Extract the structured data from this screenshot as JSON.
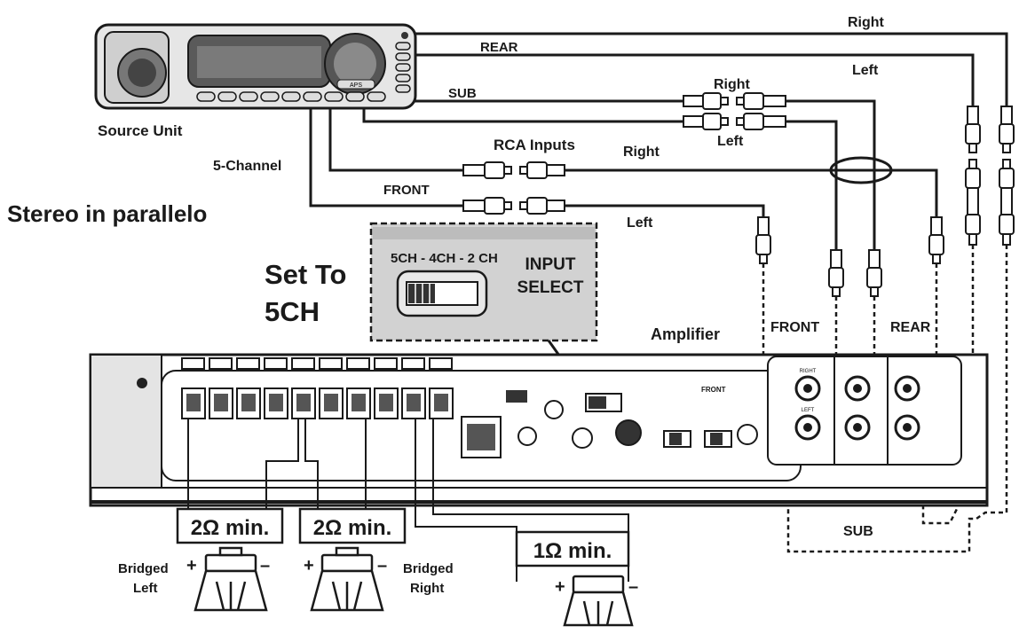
{
  "labels": {
    "right_top": "Right",
    "rear": "REAR",
    "left_top": "Left",
    "sub": "SUB",
    "right_rca": "Right",
    "left_rca": "Left",
    "source_unit": "Source Unit",
    "rca_inputs": "RCA Inputs",
    "right_mid": "Right",
    "five_channel": "5-Channel",
    "front": "FRONT",
    "stereo_parallel": "Stereo in parallelo",
    "left_mid": "Left",
    "set_to_line1": "Set To",
    "set_to_line2": "5CH",
    "channel_modes": "5CH - 4CH - 2 CH",
    "input_select_1": "INPUT",
    "input_select_2": "SELECT",
    "amplifier": "Amplifier",
    "front_input": "FRONT",
    "rear_input": "REAR",
    "sub_input": "SUB",
    "right_jack": "RIGHT",
    "left_jack": "LEFT",
    "imp_left": "2Ω min.",
    "imp_right": "2Ω min.",
    "imp_sub": "1Ω min.",
    "bridged_left_1": "Bridged",
    "bridged_left_2": "Left",
    "bridged_right_1": "Bridged",
    "bridged_right_2": "Right",
    "plus": "+",
    "minus": "–",
    "unit_text": "APS",
    "crossover": "FRONT"
  }
}
